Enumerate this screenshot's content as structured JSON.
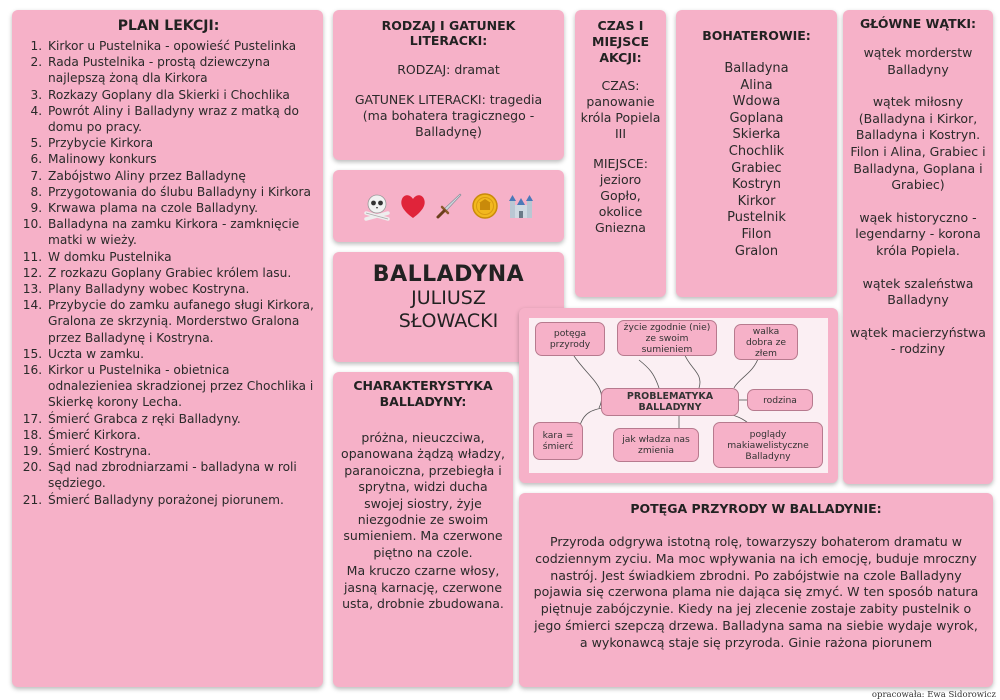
{
  "plan": {
    "title": "PLAN LEKCJI:",
    "items": [
      "Kirkor u Pustelnika - opowieść Pustelinka",
      "Rada Pustelnika - prostą dziewczyna najlepszą żoną dla Kirkora",
      "Rozkazy Goplany dla Skierki i Chochlika",
      "Powrót Aliny i Balladyny wraz z matką do domu po pracy.",
      "Przybycie Kirkora",
      "Malinowy konkurs",
      "Zabójstwo Aliny przez Balladynę",
      "Przygotowania do ślubu Balladyny i Kirkora",
      "Krwawa plama na czole Balladyny.",
      "Balladyna na zamku Kirkora - zamknięcie matki w wieży.",
      "W domku Pustelnika",
      "Z rozkazu Goplany Grabiec królem lasu.",
      "Plany Balladyny wobec Kostryna.",
      "Przybycie do zamku aufanego sługi Kirkora, Gralona ze skrzynią. Morderstwo Gralona przez Balladynę i Kostryna.",
      "Uczta w  zamku.",
      "Kirkor u Pustelnika - obietnica odnalezieniea skradzionej przez Chochlika i Skierkę korony Lecha.",
      "Śmierć Grabca z ręki Balladyny.",
      "Śmierć Kirkora.",
      "Śmierć Kostryna.",
      "Sąd nad zbrodniarzami - balladyna w roli sędziego.",
      "Śmierć Balladyny porażonej piorunem."
    ]
  },
  "rodzaj": {
    "title": "RODZAJ I GATUNEK LITERACKI:",
    "rodzaj": "RODZAJ: dramat",
    "gatunek": "GATUNEK LITERACKI: tragedia (ma bohatera tragicznego - Balladynę)"
  },
  "czas": {
    "title": "CZAS I MIEJSCE AKCJI:",
    "czas_label": "CZAS:",
    "czas_text": "panowanie króla Popiela III",
    "miejsce_label": "MIEJSCE:",
    "miejsce_text": "jezioro Gopło, okolice Gniezna"
  },
  "bohaterowie": {
    "title": "BOHATEROWIE:",
    "items": [
      "Balladyna",
      "Alina",
      "Wdowa",
      "Goplana",
      "Skierka",
      "Chochlik",
      "Grabiec",
      "Kostryn",
      "Kirkor",
      "Pustelnik",
      "Filon",
      "Gralon"
    ]
  },
  "watki": {
    "title": "GŁÓWNE WĄTKI:",
    "items": [
      "wątek morderstw Balladyny",
      "wątek miłosny (Balladyna i Kirkor, Balladyna i Kostryn. Filon i Alina, Grabiec i Balladyna, Goplana i Grabiec)",
      "wąek historyczno - legendarny - korona króla Popiela.",
      "wątek szaleństwa Balladyny",
      "wątek macierzyństwa - rodziny"
    ]
  },
  "tytul": {
    "title": "BALLADYNA",
    "author_first": "JULIUSZ",
    "author_last": "SŁOWACKI"
  },
  "charakterystyka": {
    "title": "CHARAKTERYSTYKA BALLADYNY:",
    "p1": "próżna, nieuczciwa, opanowana żądzą władzy, paranoiczna, przebiegła i sprytna, widzi ducha swojej siostry, żyje niezgodnie ze swoim sumieniem. Ma czerwone piętno na czole.",
    "p2": "Ma kruczo czarne włosy, jasną karnację, czerwone usta, drobnie zbudowana."
  },
  "problematyka": {
    "center": "PROBLEMATYKA BALLADYNY",
    "nodes": {
      "potega": "potęga przyrody",
      "zycie": "życie zgodnie (nie) ze swoim sumieniem",
      "walka": "walka dobra ze złem",
      "rodzina": "rodzina",
      "kara": "kara = śmierć",
      "wladza": "jak władza nas zmienia",
      "poglady": "poglądy makiawelistyczne Balladyny"
    }
  },
  "potega": {
    "title": "POTĘGA PRZYRODY W BALLADYNIE:",
    "text": "Przyroda odgrywa istotną rolę, towarzyszy bohaterom dramatu w codziennym zyciu. Ma moc wpływania na ich emocję, buduje mroczny nastrój. Jest świadkiem zbrodni. Po zabójstwie na czole Balladyny pojawia się czerwona plama nie dająca się zmyć. W ten sposób natura piętnuje zabójczynie. Kiedy na jej zlecenie zostaje zabity pustelnik o jego śmierci szepczą drzewa. Balladyna sama na siebie wydaje wyrok, a wykonawcą staje się przyroda. Ginie rażona piorunem"
  },
  "emoji": [
    "skull-crossbones-icon",
    "heart-icon",
    "dagger-icon",
    "coin-icon",
    "castle-icon"
  ],
  "credit": "opracowała: Ewa Sidorowicz"
}
